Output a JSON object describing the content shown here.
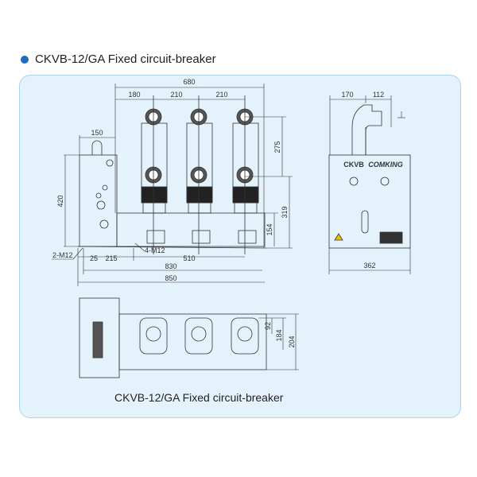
{
  "title": "CKVB-12/GA Fixed circuit-breaker",
  "caption": "CKVB-12/GA Fixed circuit-breaker",
  "front_view": {
    "dims": {
      "overall_top": "680",
      "d1": "180",
      "d2": "210",
      "d3": "210",
      "cabinet_width": "150",
      "height_420": "420",
      "h275": "275",
      "h319": "319",
      "h154": "154",
      "b25": "25",
      "b215": "215",
      "b510": "510",
      "w830": "830",
      "w850": "850"
    },
    "labels": {
      "bolt_left": "2-M12",
      "bolt_base": "4-M12"
    }
  },
  "side_view": {
    "dims": {
      "d170": "170",
      "d112": "112",
      "w362": "362"
    },
    "panel_labels": {
      "model": "CKVB",
      "brand": "COMKING"
    }
  },
  "bottom_view": {
    "dims": {
      "d92": "92",
      "d184": "184",
      "d204": "204"
    }
  },
  "colors": {
    "accent": "#1e6fb8",
    "panel_bg": "#e4f2fb",
    "panel_border": "#a9d3ee"
  }
}
